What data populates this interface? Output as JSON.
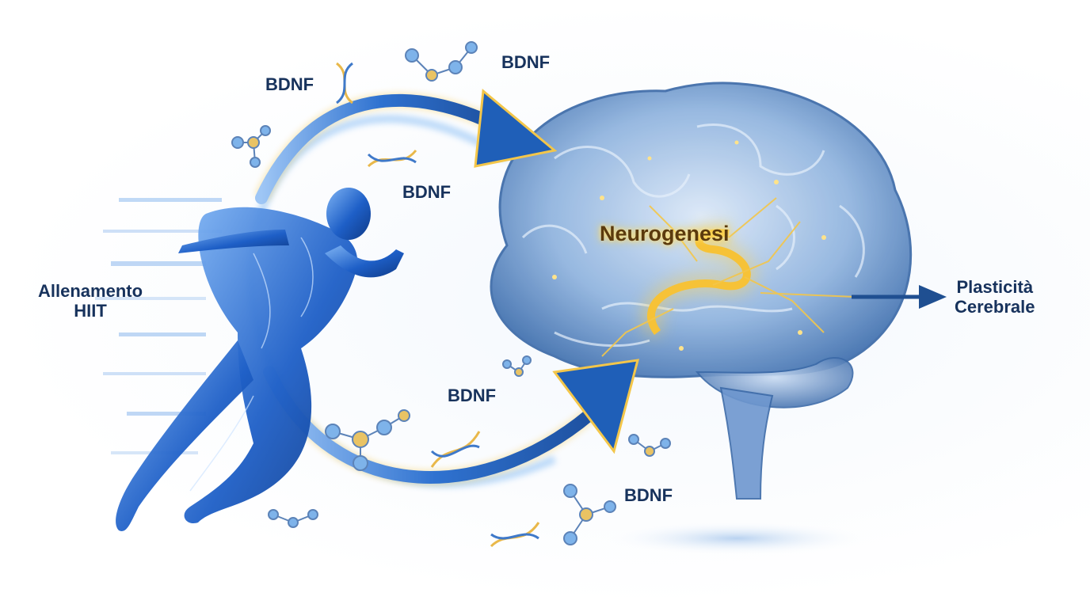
{
  "labels": {
    "input_line1": "Allenamento",
    "input_line2": "HIIT",
    "bdnf": [
      "BDNF",
      "BDNF",
      "BDNF",
      "BDNF",
      "BDNF"
    ],
    "center": "Neurogenesi",
    "output_line1": "Plasticità",
    "output_line2": "Cerebrale"
  },
  "colors": {
    "text": "#17325c",
    "arrow": "#1f5fb8",
    "glow": "#f3c64a",
    "body": "#1b5fc9",
    "brain": "#7fa6d6"
  },
  "icons": {
    "runner": "running-figure",
    "brain": "brain",
    "molecule": "molecule-icon",
    "dna": "dna-helix-icon"
  }
}
